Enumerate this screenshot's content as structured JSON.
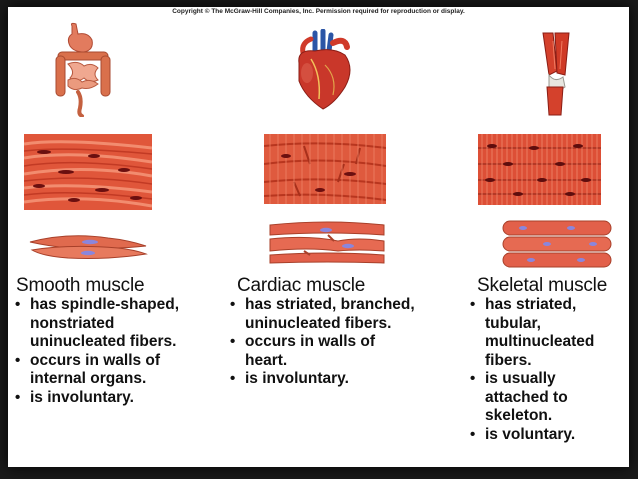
{
  "copyright": "Copyright © The McGraw-Hill Companies, Inc. Permission required for reproduction or display.",
  "colors": {
    "muscle": "#d8452d",
    "muscle_light": "#ef8a6e",
    "nucleus": "#7a1010",
    "nucleus_blue": "#7f7fd8",
    "background": "#ffffff",
    "frame": "#1a1a1a"
  },
  "icons": {
    "smooth": "digestive-organs-icon",
    "cardiac": "heart-icon",
    "skeletal": "leg-muscle-icon"
  },
  "columns": [
    {
      "title": "Smooth muscle",
      "bullets": [
        [
          "has spindle-shaped,",
          "nonstriated",
          "uninucleated fibers."
        ],
        [
          "occurs in walls of",
          "internal organs."
        ],
        [
          "is involuntary."
        ]
      ]
    },
    {
      "title": "Cardiac muscle",
      "bullets": [
        [
          "has striated, branched,",
          "uninucleated fibers."
        ],
        [
          "occurs in walls of",
          "heart."
        ],
        [
          "is involuntary."
        ]
      ]
    },
    {
      "title": "Skeletal muscle",
      "bullets": [
        [
          "has striated,",
          "tubular,",
          "multinucleated",
          "fibers."
        ],
        [
          "is usually",
          "attached to",
          "skeleton."
        ],
        [
          "is voluntary."
        ]
      ]
    }
  ]
}
